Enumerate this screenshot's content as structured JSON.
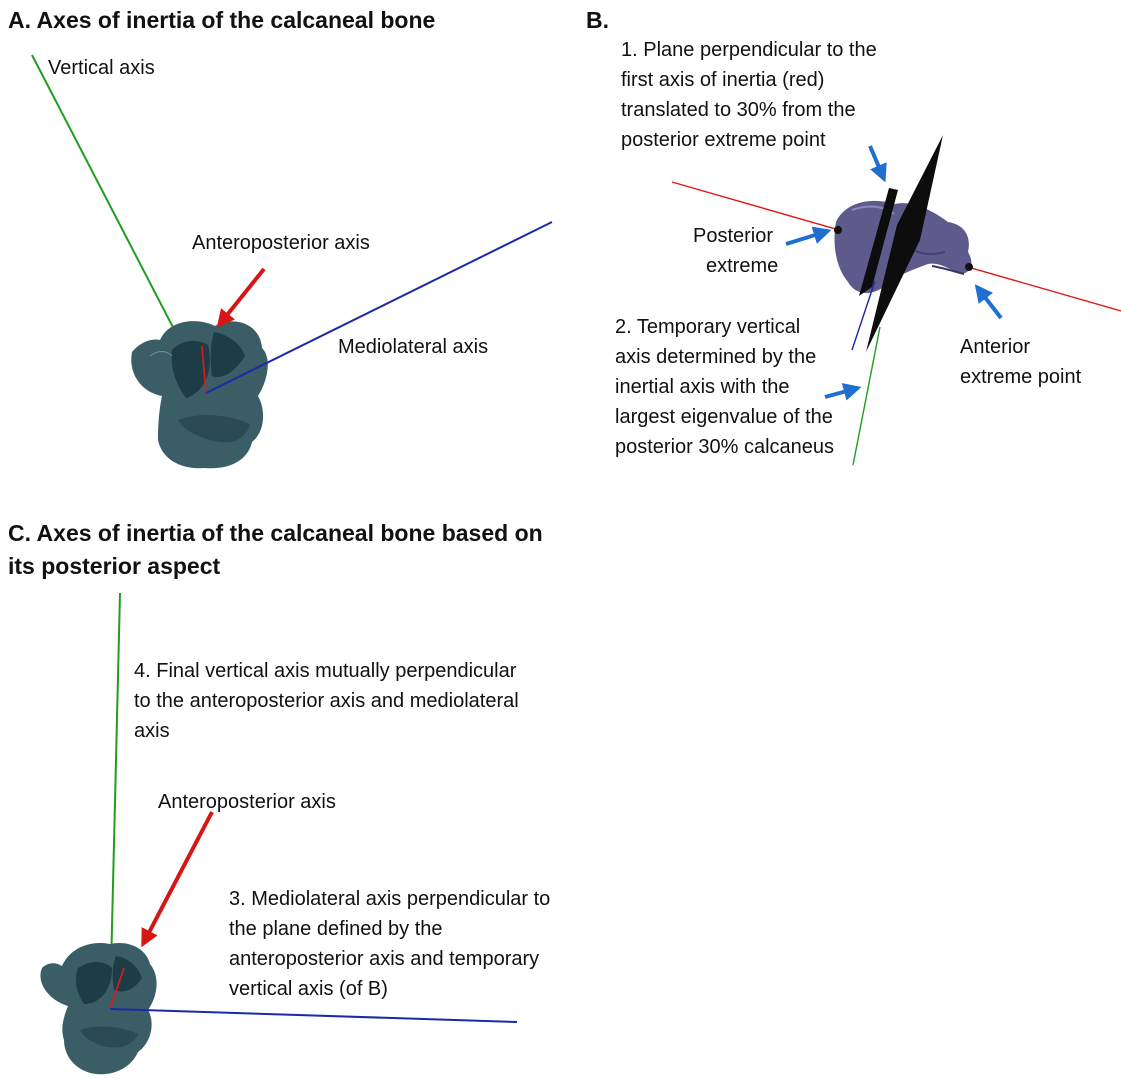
{
  "panel_a": {
    "title": "A. Axes of inertia of the calcaneal bone",
    "vertical_label": "Vertical axis",
    "anteroposterior_label": "Anteroposterior axis",
    "mediolateral_label": "Mediolateral axis"
  },
  "panel_b": {
    "title": "B.",
    "note1": [
      "1. Plane perpendicular to the",
      "first axis of inertia (red)",
      "translated to 30% from the",
      "posterior extreme point"
    ],
    "posterior": [
      "Posterior",
      "extreme"
    ],
    "note2": [
      "2. Temporary vertical",
      "axis determined by the",
      "inertial axis with the",
      "largest eigenvalue of the",
      "posterior 30% calcaneus"
    ],
    "anterior": [
      "Anterior",
      "extreme point"
    ]
  },
  "panel_c": {
    "title": [
      "C. Axes of inertia of the calcaneal bone based on",
      "its posterior aspect"
    ],
    "note4": [
      "4. Final vertical axis mutually perpendicular",
      "to the anteroposterior axis and mediolateral",
      "axis"
    ],
    "anteroposterior_label": "Anteroposterior axis",
    "note3": [
      "3. Mediolateral axis perpendicular to",
      "the plane defined by the",
      "anteroposterior axis and temporary",
      "vertical axis (of B)"
    ]
  },
  "colors": {
    "vertical_axis": "#1f9e1f",
    "mediolateral_axis": "#1a2aa8",
    "anteroposterior_axis": "#e01818",
    "pointer_red": "#d81515",
    "pointer_blue": "#1e6fd0",
    "bone_teal": "#3b5d66",
    "bone_purple": "#5e5a8c"
  }
}
